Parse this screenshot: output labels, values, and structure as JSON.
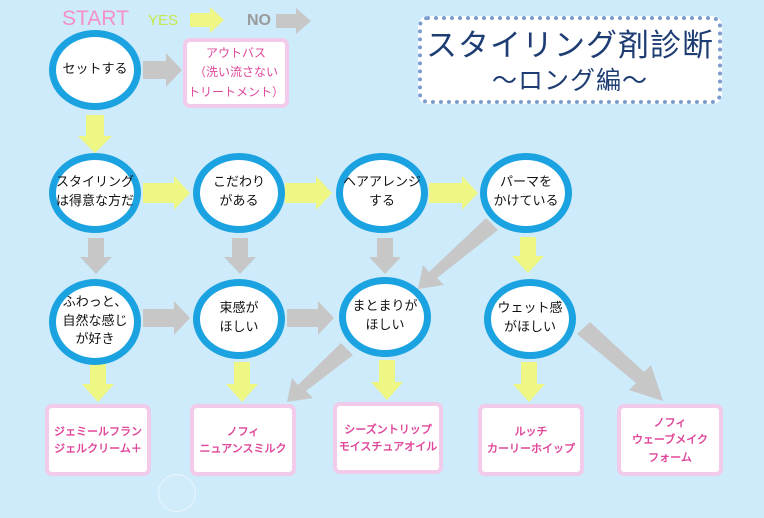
{
  "legend": {
    "start": "START",
    "yes": "YES",
    "no": "NO",
    "colors": {
      "start": "#f58fc8",
      "yes": "#c7e84a",
      "no": "#9a9a9a"
    }
  },
  "title": {
    "line1": "スタイリング剤診断",
    "line2": "～ロング編～"
  },
  "nodes": {
    "q_set": "セットする",
    "q_good_at_styling": "スタイリング\nは得意な方だ",
    "q_particular": "こだわり\nがある",
    "q_hair_arrange": "ヘアアレンジ\nする",
    "q_perm": "パーマを\nかけている",
    "q_fluffy_natural": "ふわっと、\n自然な感じ\nが好き",
    "q_volume_bundle": "束感が\nほしい",
    "q_cohesion": "まとまりが\nほしい",
    "q_wet": "ウェット感\nがほしい"
  },
  "results": {
    "r_outbath": "アウトバス\n（洗い流さない\nトリートメント）",
    "r_jemile": "ジェミールフラン\nジェルクリーム＋",
    "r_nofi_milk": "ノフィ\nニュアンスミルク",
    "r_seasons_oil": "シーズントリップ\nモイスチュアオイル",
    "r_rucchi": "ルッチ\nカーリーホイップ",
    "r_nofi_foam": "ノフィ\nウェーブメイク\nフォーム"
  },
  "colors": {
    "background": "#cdebfb",
    "circle_border": "#1aa3e0",
    "result_text": "#e0479a",
    "result_border": "#f1cbe9",
    "yes_arrow": "#eef783",
    "no_arrow": "#c7c7c7",
    "title_text": "#1e3d73"
  }
}
